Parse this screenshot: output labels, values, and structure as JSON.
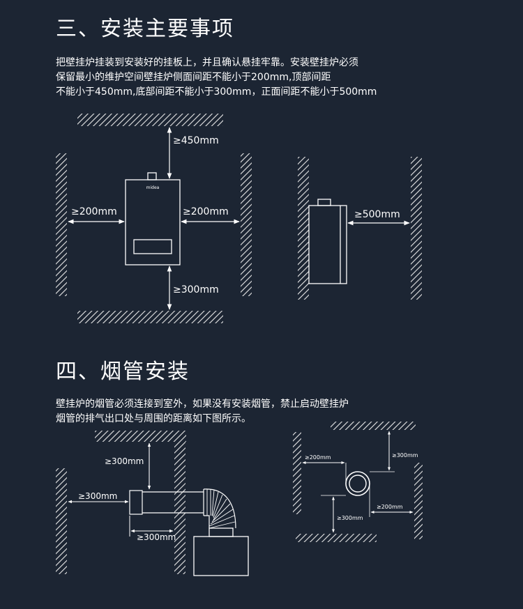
{
  "section3": {
    "title": "三、安装主要事项",
    "lines": [
      "把壁挂炉挂装到安装好的挂板上，并且确认悬挂牢靠。安装壁挂炉必须",
      "保留最小的维护空间壁挂炉侧面间距不能小于200mm,顶部间距",
      "不能小于450mm,底部间距不能小于300mm，正面间距不能小于500mm"
    ],
    "diagram_front": {
      "top": "≥450mm",
      "left": "≥200mm",
      "right": "≥200mm",
      "bottom": "≥300mm",
      "brand": "midea"
    },
    "diagram_side": {
      "front": "≥500mm"
    }
  },
  "section4": {
    "title": "四、烟管安装",
    "lines": [
      "壁挂炉的烟管必须连接到室外，如果没有安装烟管，禁止启动壁挂炉",
      "烟管的排气出口处与周围的距离如下图所示。"
    ],
    "diagram_flue_side": {
      "top": "≥300mm",
      "left": "≥300mm",
      "bottom": "≥300mm"
    },
    "diagram_flue_top": {
      "left": "≥200mm",
      "top": "≥300mm",
      "right": "≥200mm",
      "bottom": "≥300mm"
    }
  }
}
